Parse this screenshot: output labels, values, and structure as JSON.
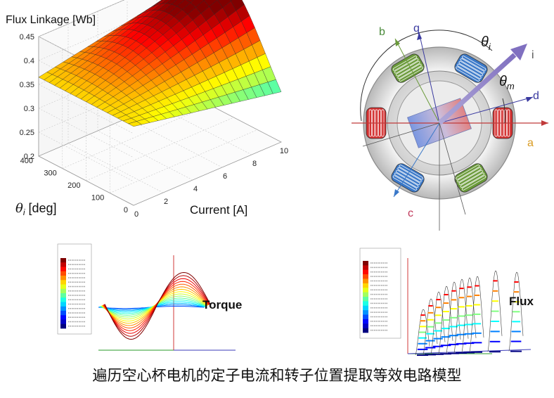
{
  "surface_plot": {
    "zlabel": "Flux Linkage [Wb]",
    "xlabel": "Current [A]",
    "ylabel_symbol": "θ",
    "ylabel_sub": "i",
    "ylabel_unit": " [deg]",
    "z_ticks": [
      "0.2",
      "0.25",
      "0.3",
      "0.35",
      "0.4",
      "0.45"
    ],
    "x_ticks": [
      "0",
      "2",
      "4",
      "6",
      "8",
      "10"
    ],
    "y_ticks": [
      "0",
      "100",
      "200",
      "300",
      "400"
    ]
  },
  "motor_diagram": {
    "axis_b": "b",
    "axis_q": "q",
    "axis_d": "d",
    "axis_a": "a",
    "axis_c": "c",
    "angle_i_symbol": "θ",
    "angle_i_sub": "i",
    "angle_m_symbol": "θ",
    "angle_m_sub": "m",
    "current_vector": "i",
    "colors": {
      "phase_a": "#d32f2f",
      "phase_b": "#6a9a3a",
      "phase_c": "#3a78c8",
      "vector": "#8878c0"
    }
  },
  "torque_plot": {
    "label": "Torque"
  },
  "flux_plot": {
    "label": "Flux"
  },
  "caption": "遍历空心杯电机的定子电流和转子位置提取等效电路模型"
}
